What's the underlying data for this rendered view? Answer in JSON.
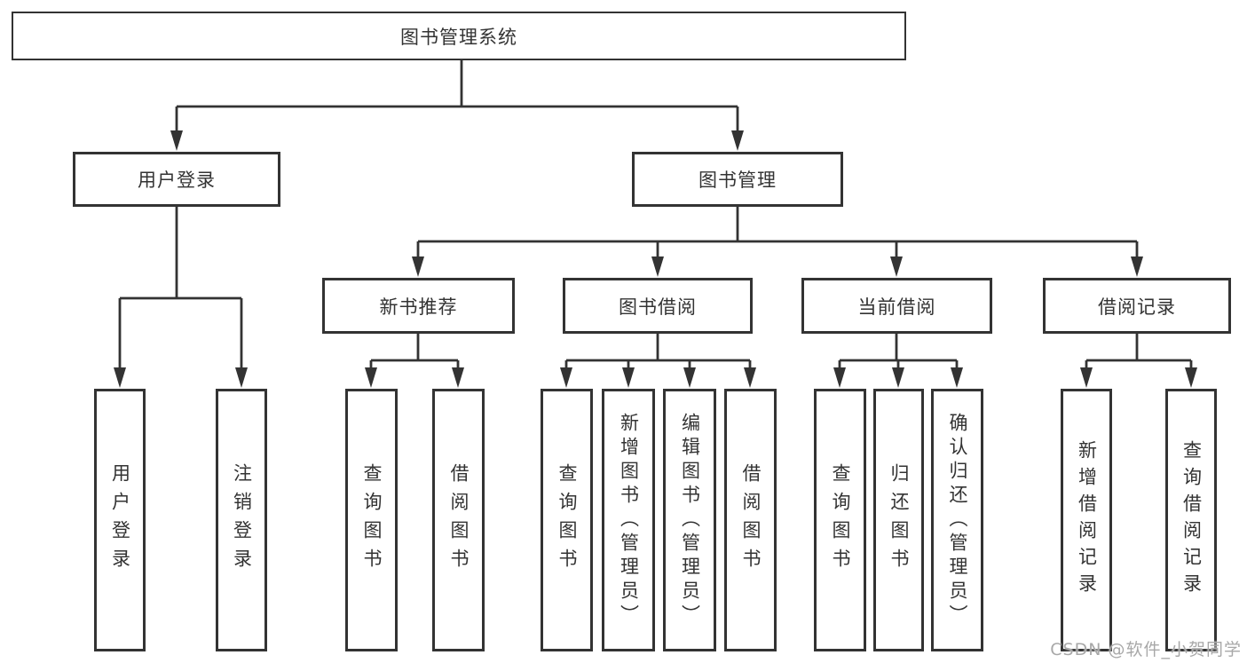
{
  "tree": {
    "root": {
      "label": "图书管理系统",
      "children": [
        {
          "label": "用户登录",
          "children": [
            {
              "label": "用户登录"
            },
            {
              "label": "注销登录"
            }
          ]
        },
        {
          "label": "图书管理",
          "children": [
            {
              "label": "新书推荐",
              "children": [
                {
                  "label": "查询图书"
                },
                {
                  "label": "借阅图书"
                }
              ]
            },
            {
              "label": "图书借阅",
              "children": [
                {
                  "label": "查询图书"
                },
                {
                  "label": "新增图书（管理员）"
                },
                {
                  "label": "编辑图书（管理员）"
                },
                {
                  "label": "借阅图书"
                }
              ]
            },
            {
              "label": "当前借阅",
              "children": [
                {
                  "label": "查询图书"
                },
                {
                  "label": "归还图书"
                },
                {
                  "label": "确认归还（管理员）"
                }
              ]
            },
            {
              "label": "借阅记录",
              "children": [
                {
                  "label": "新增借阅记录"
                },
                {
                  "label": "查询借阅记录"
                }
              ]
            }
          ]
        }
      ]
    }
  },
  "watermark": {
    "text": "CSDN @软件_小贺同学"
  },
  "colors": {
    "line": "#333333",
    "text": "#333333",
    "bg": "#ffffff",
    "watermark": "#a8a8a8"
  }
}
